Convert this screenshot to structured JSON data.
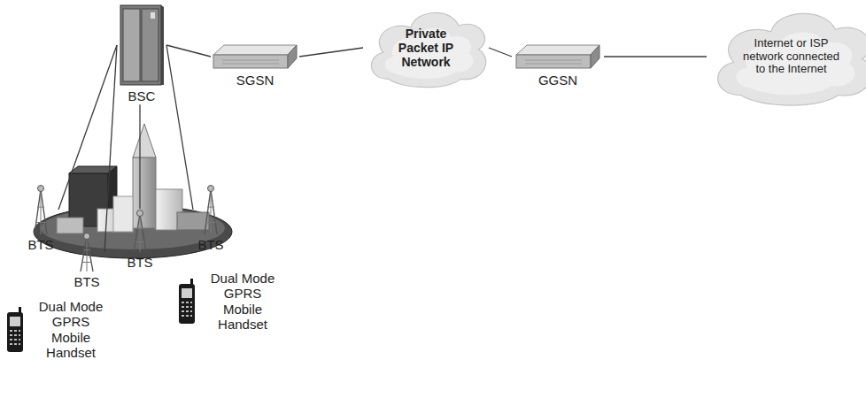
{
  "diagram": {
    "nodes": [
      {
        "text": [
          "BSC"
        ]
      },
      {
        "text": [
          "SGSN"
        ]
      },
      {
        "text": [
          "Private Packet IP Network"
        ]
      },
      {
        "text": [
          "GGSN"
        ]
      },
      {
        "text": [
          "Internet or ISP network connected to the Internet"
        ]
      },
      {
        "text": [
          "BTS"
        ]
      },
      {
        "text": [
          "BTS"
        ]
      },
      {
        "text": [
          "BTS"
        ]
      },
      {
        "text": [
          "BTS"
        ]
      },
      {
        "text": [
          "Dual Mode GPRS Mobile Handset"
        ]
      },
      {
        "text": [
          "Dual Mode GPRS Mobile Handset"
        ]
      }
    ],
    "edges": [
      {
        "from": 0,
        "to": 1,
        "arrow": "none"
      },
      {
        "from": 1,
        "to": 2,
        "arrow": "none"
      },
      {
        "from": 2,
        "to": 3,
        "arrow": "none"
      },
      {
        "from": 3,
        "to": 4,
        "arrow": "none"
      },
      {
        "from": 0,
        "to": 5,
        "arrow": "none"
      },
      {
        "from": 0,
        "to": 6,
        "arrow": "none"
      },
      {
        "from": 0,
        "to": 7,
        "arrow": "none"
      },
      {
        "from": 0,
        "to": 8,
        "arrow": "none"
      }
    ]
  }
}
